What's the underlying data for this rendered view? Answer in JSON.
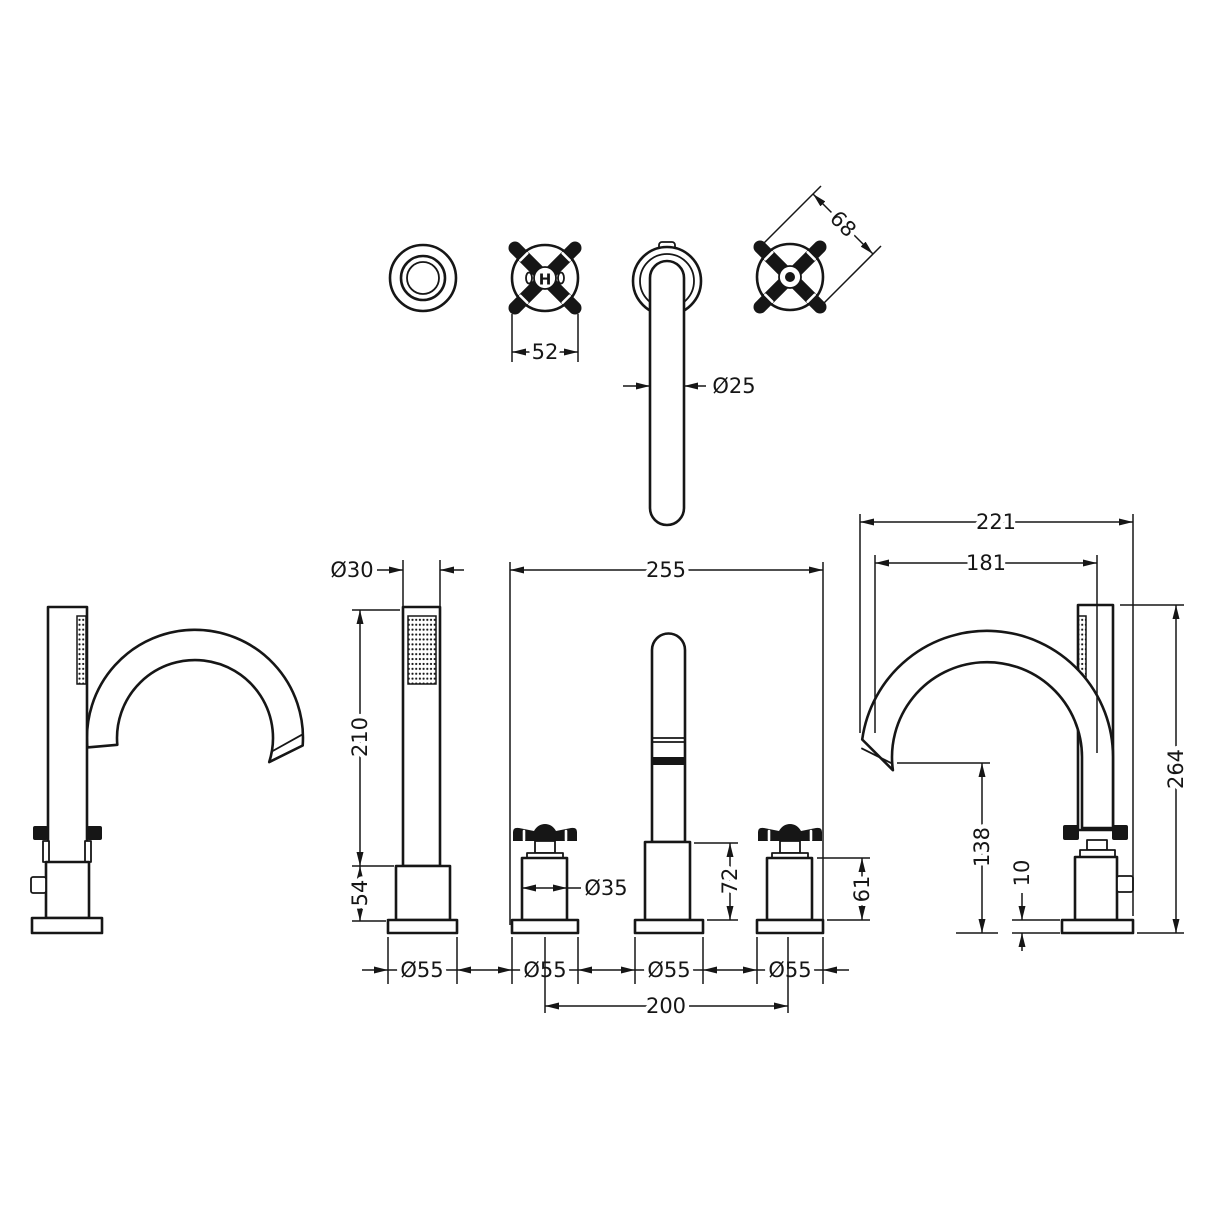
{
  "page": {
    "background": "#ffffff",
    "line_color": "#161616"
  },
  "drawing": {
    "description": "Technical dimension drawing of a 4-hole deck mounted crosshead bath shower mixer with shower handset and curved swan-neck spout",
    "views": [
      "plan views",
      "left side elevation",
      "front elevation",
      "right side elevation"
    ]
  },
  "dims": {
    "handle_diagonal": "68",
    "handle_width": "52",
    "spout_tube_diameter": "Ø25",
    "handset_diameter": "Ø30",
    "front_overall_width": "255",
    "handset_height": "210",
    "handset_base_height": "54",
    "handle_body_diameter": "Ø35",
    "spout_column_height": "72",
    "handle_height": "61",
    "side_overall_depth": "221",
    "spout_reach": "181",
    "side_overall_height": "264",
    "spout_outlet_height": "138",
    "base_plate_thickness": "10",
    "flange_diameter_1": "Ø55",
    "flange_diameter_2": "Ø55",
    "flange_diameter_3": "Ø55",
    "flange_diameter_4": "Ø55",
    "handle_centres": "200",
    "hot_indicator": "H"
  }
}
